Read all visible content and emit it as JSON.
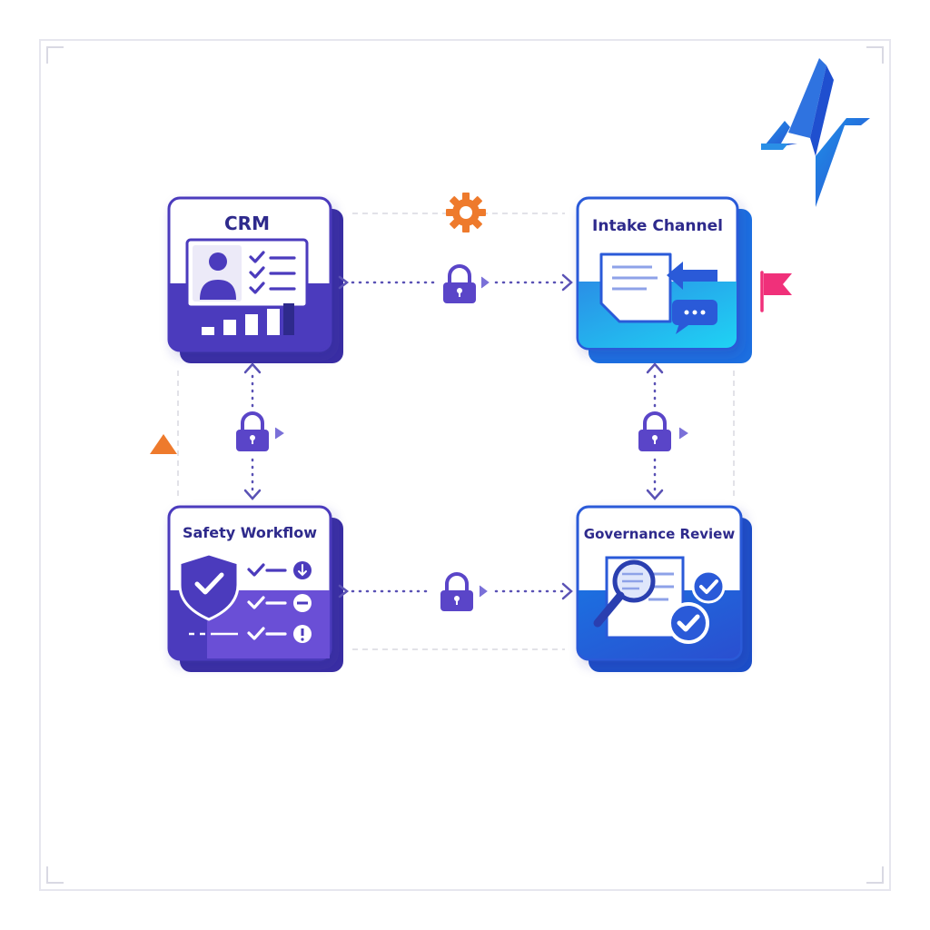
{
  "colors": {
    "purple": "#4b3bbd",
    "purple_dark": "#3a2ea3",
    "violet_mid": "#6a4fd6",
    "blue": "#1f8fe8",
    "cyan": "#1fd0f2",
    "royal": "#2a5ad8",
    "title_text": "#2e2a8c",
    "orange": "#ee7a2c",
    "pink": "#f0307a",
    "frame_border": "#e3e3ec",
    "dotted_line": "#5a52b5",
    "guide_line": "#d6d6de"
  },
  "nodes": {
    "crm": {
      "title": "CRM",
      "icons": [
        "user-profile-card-icon",
        "checklist-icon",
        "bar-chart-icon"
      ]
    },
    "intake": {
      "title": "Intake Channel",
      "icons": [
        "document-icon",
        "reply-arrow-icon",
        "chat-bubble-icon"
      ]
    },
    "safety": {
      "title": "Safety Workflow",
      "icons": [
        "shield-check-icon",
        "status-list-icon"
      ]
    },
    "governance": {
      "title": "Governance Review",
      "icons": [
        "magnifier-document-icon",
        "check-badge-icon"
      ]
    }
  },
  "connectors": [
    {
      "from": "crm",
      "to": "intake",
      "icon": "padlock-icon"
    },
    {
      "from": "crm",
      "to": "safety",
      "icon": "padlock-icon"
    },
    {
      "from": "intake",
      "to": "governance",
      "icon": "padlock-icon"
    },
    {
      "from": "safety",
      "to": "governance",
      "icon": "padlock-icon"
    }
  ],
  "decorations": [
    "gear-icon",
    "flag-icon",
    "warning-triangle-icon",
    "zigzag-logo"
  ]
}
